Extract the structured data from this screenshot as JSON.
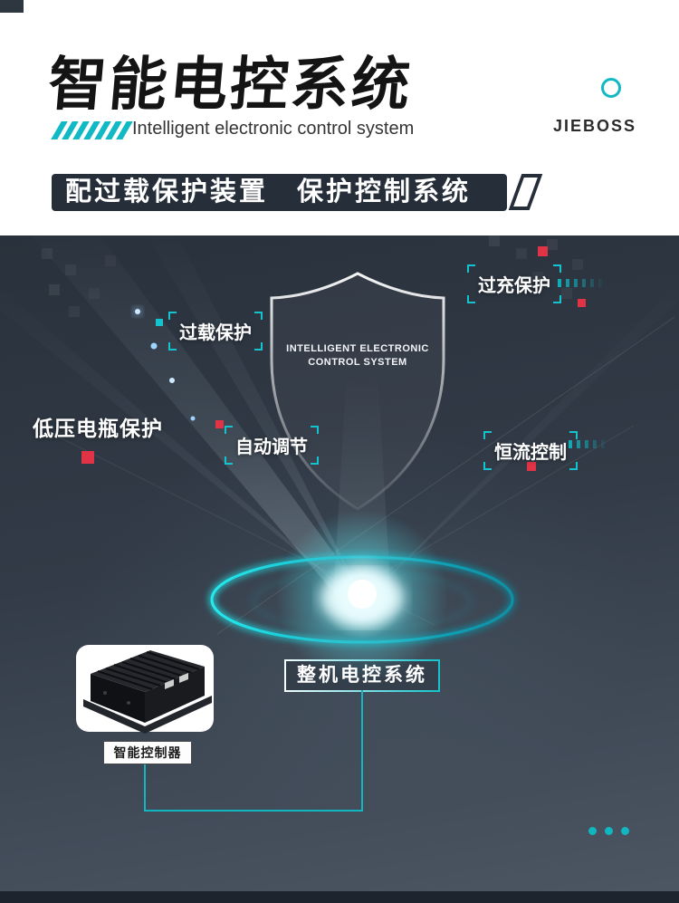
{
  "header": {
    "title": "智能电控系统",
    "subtitle": "Intelligent electronic control system",
    "brand": "JIEBOSS",
    "banner": "配过载保护装置　保护控制系统"
  },
  "shield": {
    "line1": "INTELLIGENT ELECTRONIC",
    "line2": "CONTROL SYSTEM"
  },
  "features": [
    {
      "id": "overcharge",
      "label": "过充保护"
    },
    {
      "id": "overload",
      "label": "过载保护"
    },
    {
      "id": "low-voltage",
      "label": "低压电瓶保护"
    },
    {
      "id": "auto-adjust",
      "label": "自动调节"
    },
    {
      "id": "constant-current",
      "label": "恒流控制"
    }
  ],
  "diagram": {
    "center_label": "整机电控系统",
    "device_label": "智能控制器"
  },
  "icons": {
    "brand_circle": "circle-outline",
    "slashes": "hatch-slashes",
    "shield": "shield-outline",
    "more": "ellipsis-dots"
  },
  "colors": {
    "accent": "#12c2cc",
    "red": "#e03346",
    "banner_bg": "#262e39",
    "dark_top": "#29313c",
    "dark_bottom": "#4d5763"
  }
}
